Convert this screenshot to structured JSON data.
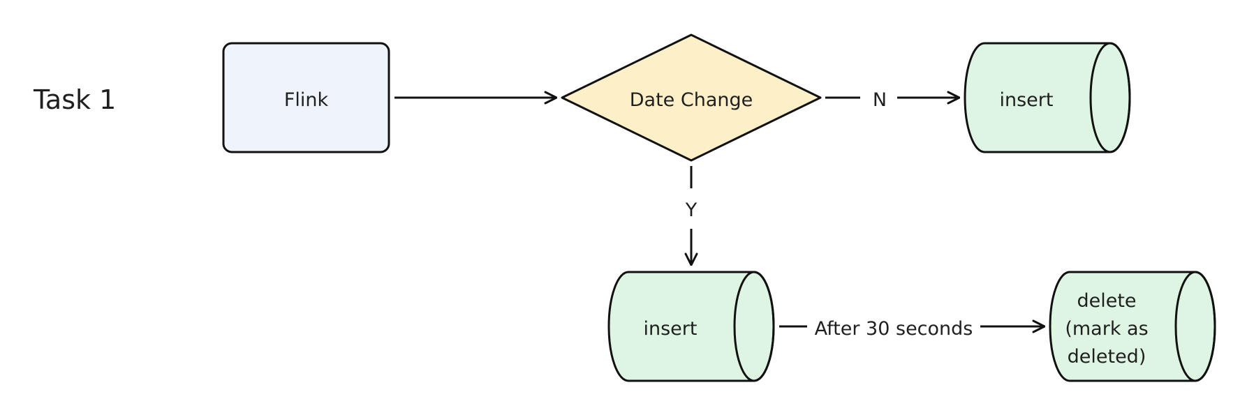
{
  "task_label": "Task 1",
  "nodes": {
    "flink": {
      "label": "Flink",
      "fill": "#eef3fc"
    },
    "date_change": {
      "label": "Date Change",
      "fill": "#fdf0c8"
    },
    "insert_top": {
      "label": "insert",
      "fill": "#dff5e3"
    },
    "insert_bottom": {
      "label": "insert",
      "fill": "#dff5e3"
    },
    "delete": {
      "label_lines": [
        "delete",
        "(mark as",
        "deleted)"
      ],
      "fill": "#dff5e3"
    }
  },
  "edges": {
    "no_label": "N",
    "yes_label": "Y",
    "delay_label": "After 30 seconds"
  },
  "stroke_color": "#111111"
}
